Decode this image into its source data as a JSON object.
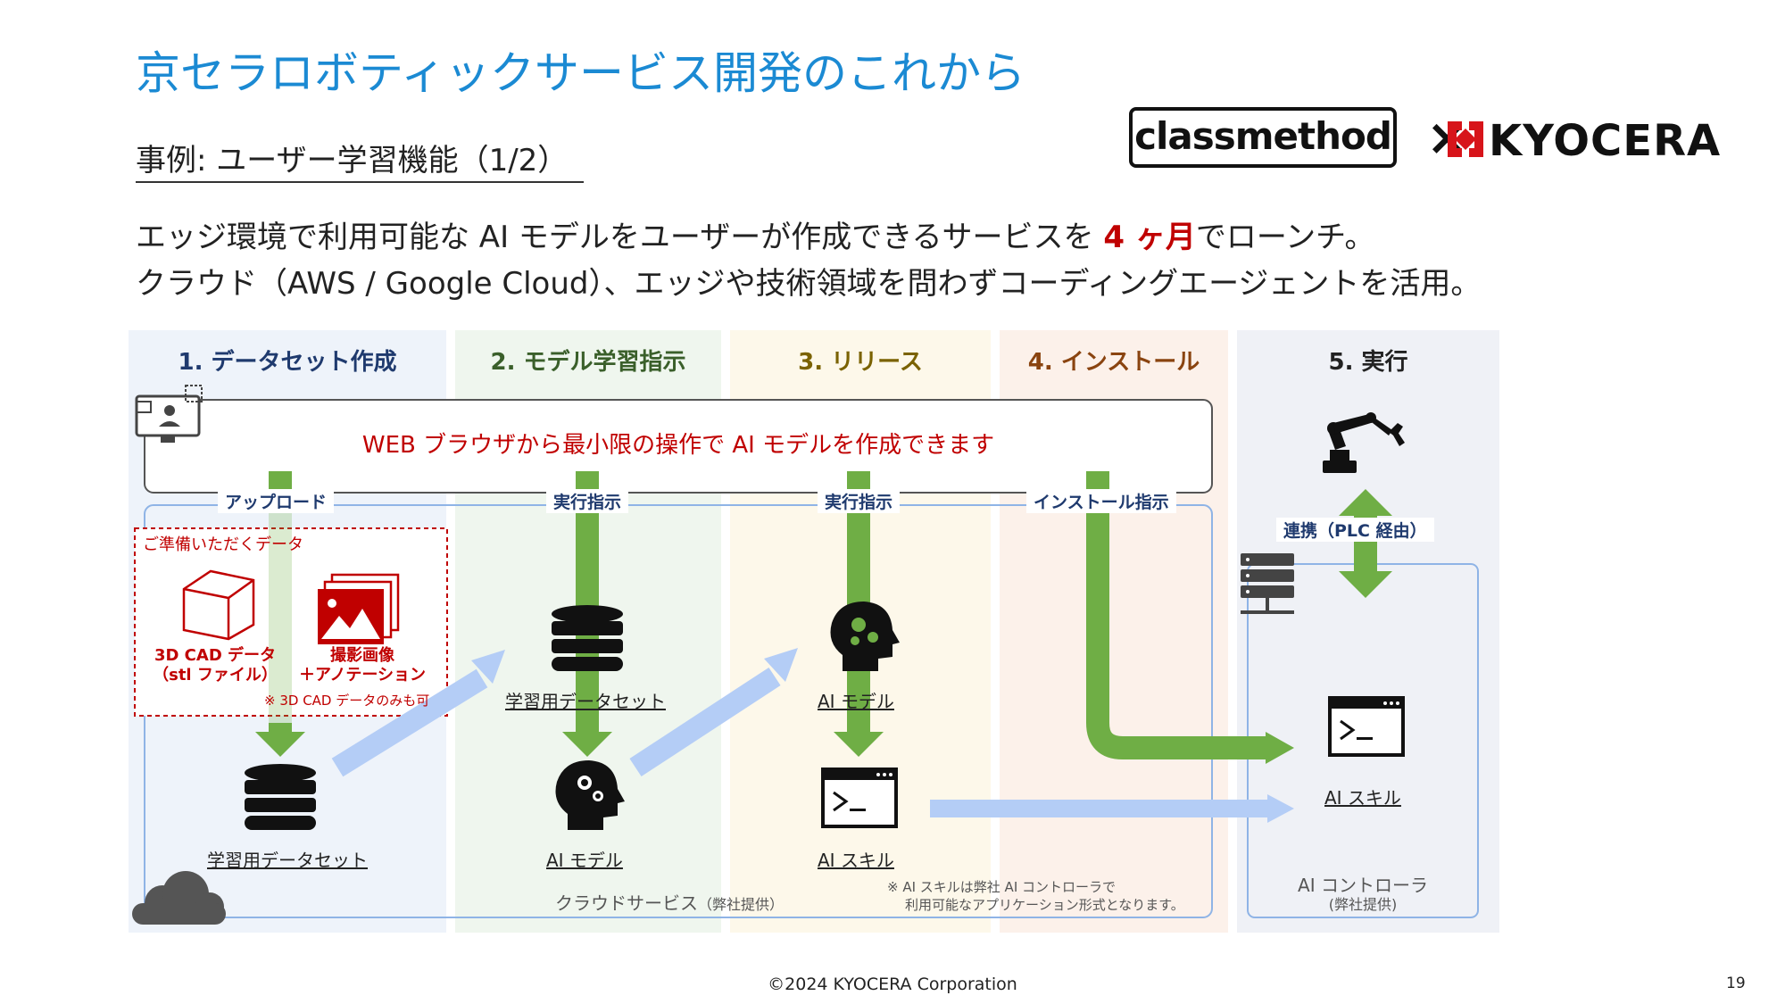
{
  "header": {
    "title": "京セラロボティックサービス開発のこれから",
    "subtitle": "事例: ユーザー学習機能（1/2）",
    "lead_line1_before": "エッジ環境で利用可能な AI モデルをユーザーが作成できるサービスを ",
    "lead_line1_emphasis": "4 ヶ月",
    "lead_line1_after": "でローンチ。",
    "lead_line2": "クラウド（AWS / Google Cloud）、エッジや技術領域を問わずコーディングエージェントを活用。"
  },
  "logos": {
    "classmethod": "classmethod",
    "times": "×",
    "kyocera": "KYOCERA"
  },
  "stages": [
    {
      "label": "1. データセット作成",
      "color": "#1f3a6e",
      "bg": "#eef3fa"
    },
    {
      "label": "2. モデル学習指示",
      "color": "#3a5f2a",
      "bg": "#eff6ee"
    },
    {
      "label": "3. リリース",
      "color": "#7a6200",
      "bg": "#fdf8ea"
    },
    {
      "label": "4. インストール",
      "color": "#8a4410",
      "bg": "#fcf1ea"
    },
    {
      "label": "5. 実行",
      "color": "#222222",
      "bg": "#eff1f6"
    }
  ],
  "banner": "WEB ブラウザから最小限の操作で AI モデルを作成できます",
  "flow_tags": {
    "upload": "アップロード",
    "exec1": "実行指示",
    "exec2": "実行指示",
    "install": "インストール指示",
    "plc": "連携（PLC 経由）"
  },
  "prepared": {
    "title": "ご準備いただくデータ",
    "cad_line1": "3D CAD データ",
    "cad_line2": "（stl ファイル）",
    "photo_line1": "撮影画像",
    "photo_line2": "＋アノテーション",
    "note": "※ 3D CAD データのみも可"
  },
  "items": {
    "dataset_1": "学習用データセット",
    "dataset_2": "学習用データセット",
    "model_2": "AI モデル",
    "model_3": "AI モデル",
    "skill_3": "AI スキル",
    "skill_5": "AI スキル"
  },
  "cloud_label": "クラウドサービス",
  "cloud_label_note": "（弊社提供）",
  "skill_note_line1": "※ AI スキルは弊社 AI コントローラで",
  "skill_note_line2": "利用可能なアプリケーション形式となります。",
  "controller_label": "AI コントローラ",
  "controller_note": "(弊社提供)",
  "footer": {
    "copyright": "©2024 KYOCERA Corporation",
    "page": "19"
  },
  "colors": {
    "green_arrow": "#6fae45",
    "blue_arrow": "#b4cdf6",
    "red": "#c00000",
    "title_blue": "#1b8ad3"
  }
}
